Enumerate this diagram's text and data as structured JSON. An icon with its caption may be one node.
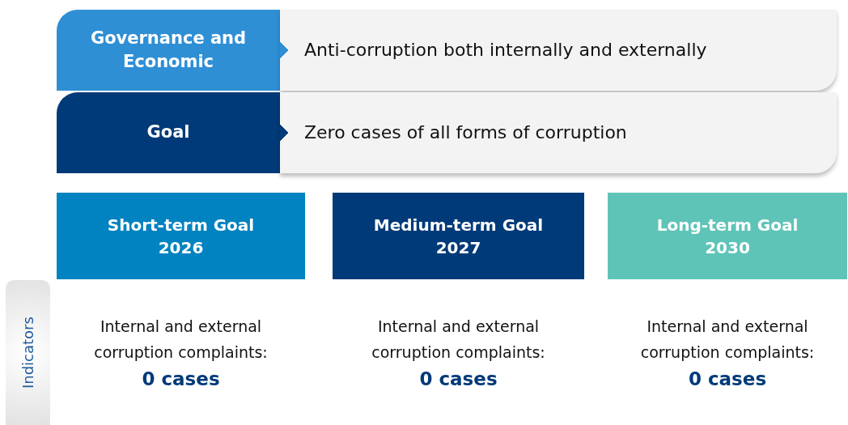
{
  "diagram": {
    "nodes": [
      {
        "text": [
          "Governance and Economic"
        ]
      },
      {
        "text": [
          "Anti-corruption both internally and externally"
        ]
      },
      {
        "text": [
          "Goal"
        ]
      },
      {
        "text": [
          "Zero cases of all forms of corruption"
        ]
      },
      {
        "text": [
          "Short-term Goal",
          "2026"
        ]
      },
      {
        "text": [
          "Medium-term Goal",
          "2027"
        ]
      },
      {
        "text": [
          "Long-term Goal",
          "2030"
        ]
      },
      {
        "text": [
          "Indicators"
        ]
      }
    ],
    "edges": [
      {
        "from": 0,
        "to": 1,
        "arrow": "to"
      },
      {
        "from": 2,
        "to": 3,
        "arrow": "to"
      }
    ],
    "labels": [
      "Internal and external corruption complaints:",
      "0 cases",
      "Internal and external corruption complaints:",
      "0 cases",
      "Internal and external corruption complaints:",
      "0 cases"
    ]
  }
}
